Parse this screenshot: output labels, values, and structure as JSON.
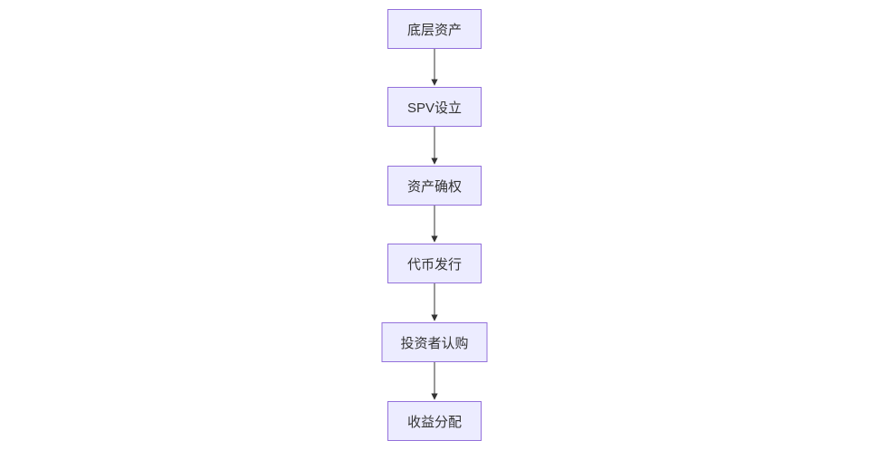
{
  "diagram": {
    "kind": "flowchart",
    "direction": "top-down",
    "colors": {
      "node_fill": "#ECECFF",
      "node_border": "#9370DB",
      "edge": "#333333",
      "text": "#333333",
      "background": "#ffffff"
    },
    "nodes": [
      {
        "id": "A",
        "label": "底层资产"
      },
      {
        "id": "B",
        "label": "SPV设立"
      },
      {
        "id": "C",
        "label": "资产确权"
      },
      {
        "id": "D",
        "label": "代币发行"
      },
      {
        "id": "E",
        "label": "投资者认购"
      },
      {
        "id": "F",
        "label": "收益分配"
      }
    ],
    "edges": [
      {
        "from": "底层资产",
        "to": "SPV设立",
        "style": "arrow"
      },
      {
        "from": "SPV设立",
        "to": "资产确权",
        "style": "arrow"
      },
      {
        "from": "资产确权",
        "to": "代币发行",
        "style": "arrow"
      },
      {
        "from": "代币发行",
        "to": "投资者认购",
        "style": "arrow"
      },
      {
        "from": "投资者认购",
        "to": "收益分配",
        "style": "arrow"
      }
    ]
  }
}
